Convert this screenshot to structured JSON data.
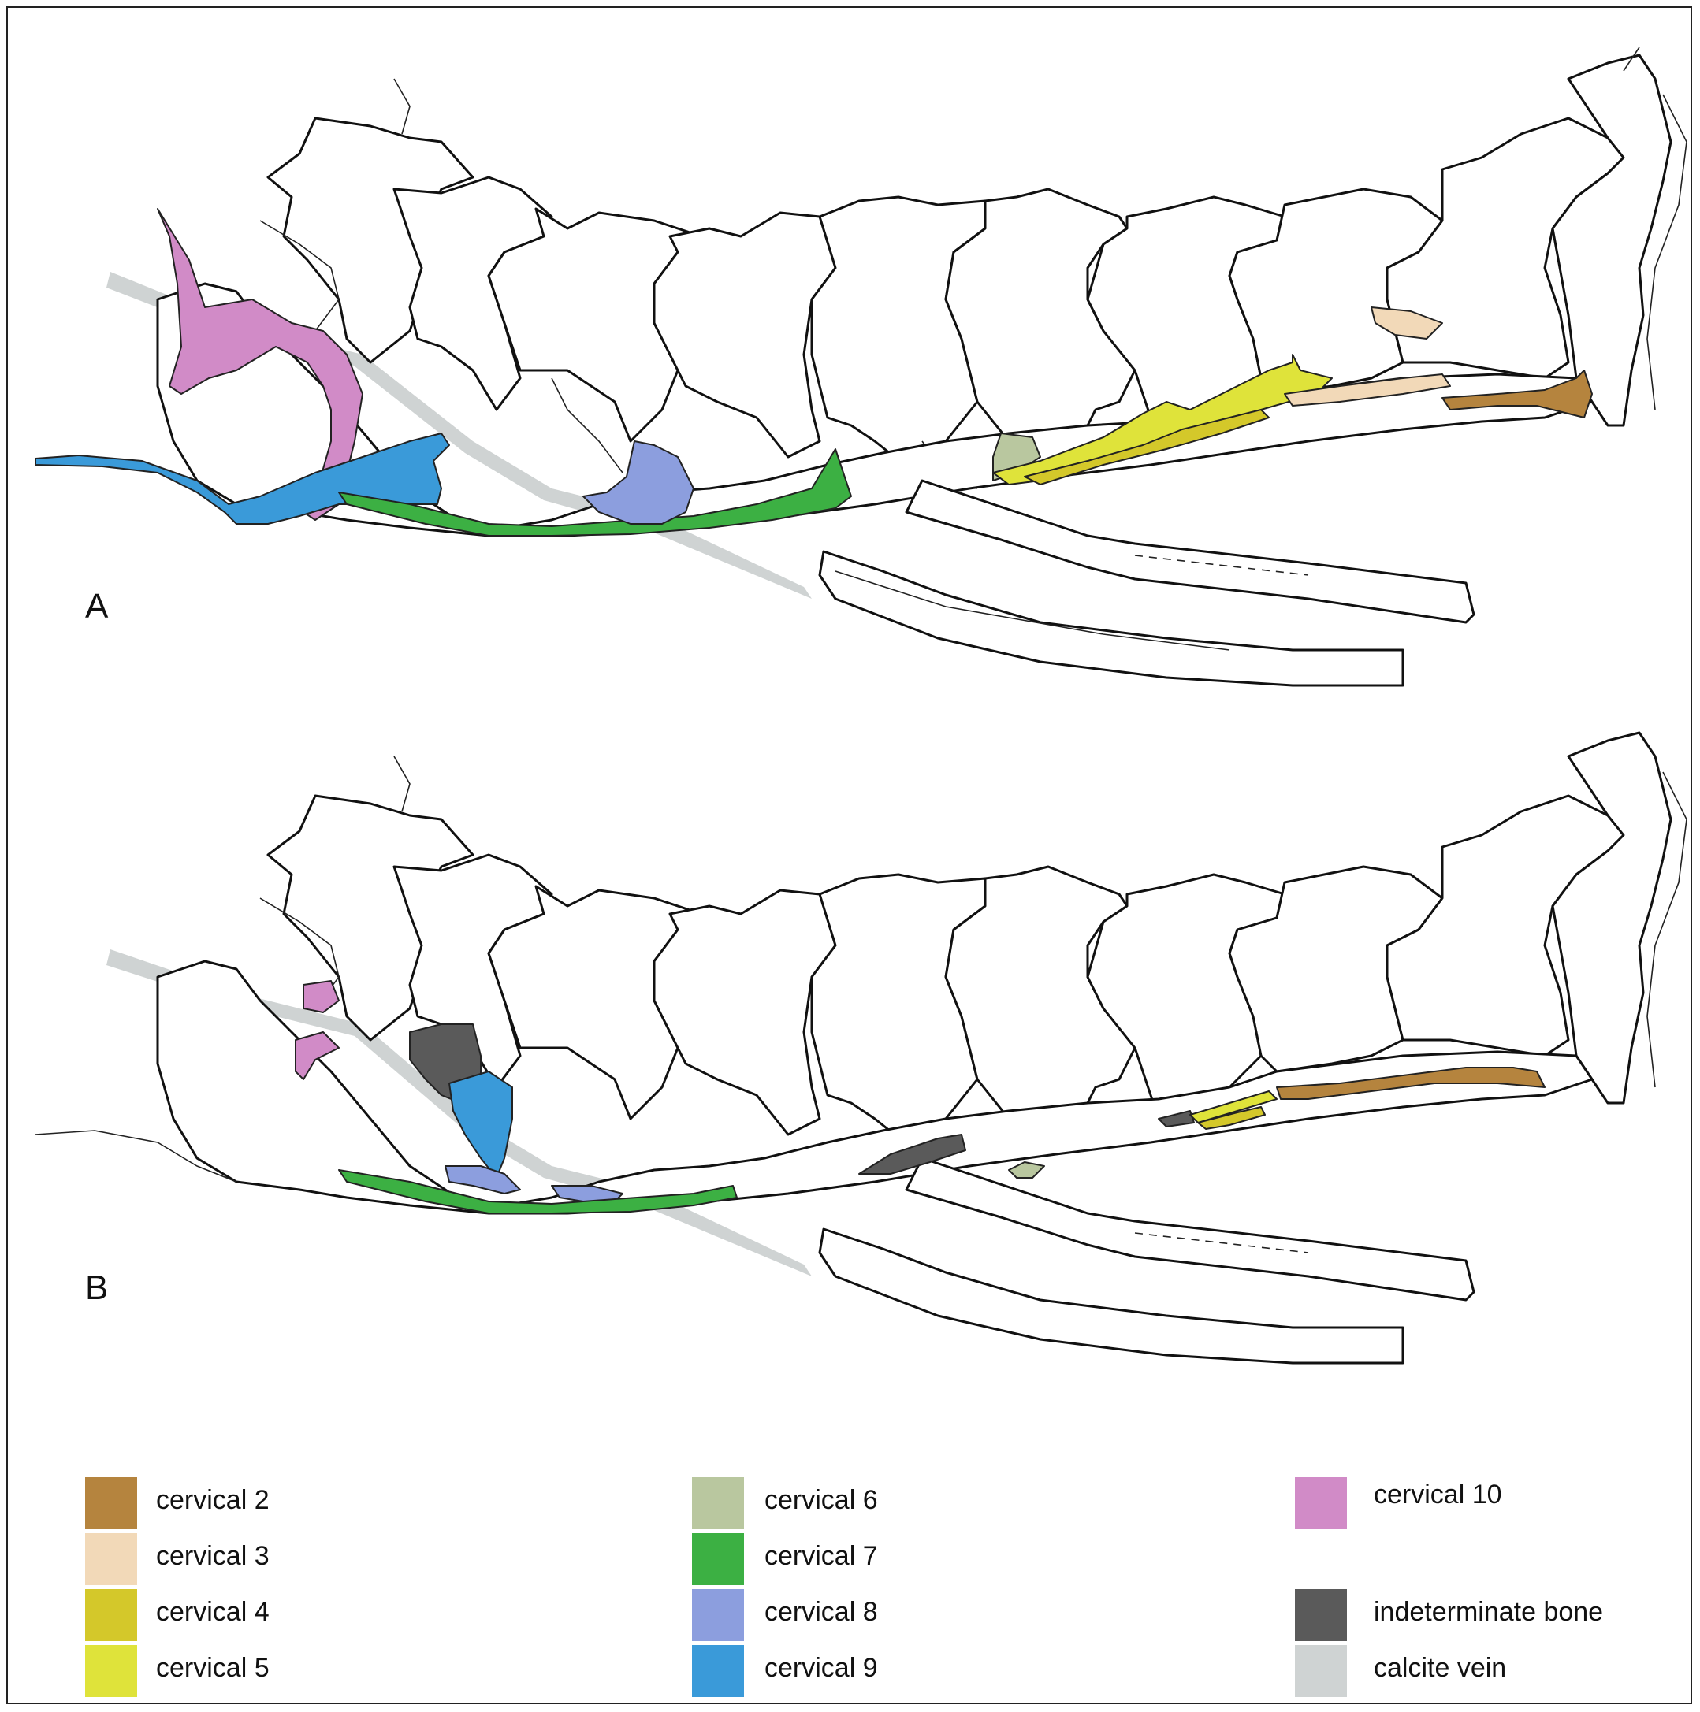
{
  "panels": {
    "a_label": "A",
    "b_label": "B"
  },
  "legend": [
    {
      "id": "c2",
      "label": "cervical 2",
      "color": "#b5843e"
    },
    {
      "id": "c3",
      "label": "cervical 3",
      "color": "#f2d9b8"
    },
    {
      "id": "c4",
      "label": "cervical 4",
      "color": "#d4c82a"
    },
    {
      "id": "c5",
      "label": "cervical 5",
      "color": "#dfe33a"
    },
    {
      "id": "c6",
      "label": "cervical 6",
      "color": "#b9c79f"
    },
    {
      "id": "c7",
      "label": "cervical 7",
      "color": "#3cb043"
    },
    {
      "id": "c8",
      "label": "cervical 8",
      "color": "#8c9ede"
    },
    {
      "id": "c9",
      "label": "cervical 9",
      "color": "#3a9ad9"
    },
    {
      "id": "c10",
      "label": "cervical 10",
      "color": "#d18bc7"
    },
    {
      "id": "indet",
      "label": "indeterminate bone",
      "color": "#5a5a5a"
    },
    {
      "id": "calcite",
      "label": "calcite vein",
      "color": "#cfd3d3"
    }
  ]
}
